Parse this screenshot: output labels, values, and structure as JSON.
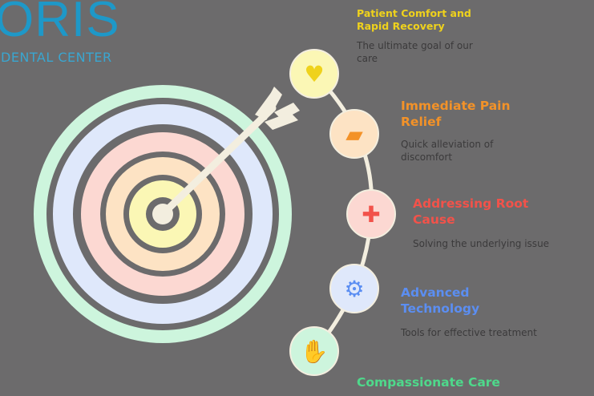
{
  "logo": {
    "name": "ORIS",
    "subtitle": "DENTAL CENTER"
  },
  "steps": [
    {
      "title": "Patient Comfort and Rapid Recovery",
      "desc": "The ultimate goal of our care",
      "icon": "patient-heart-icon",
      "color": "#efd21c",
      "bg": "#fbf7b5"
    },
    {
      "title": "Immediate Pain Relief",
      "desc": "Quick alleviation of discomfort",
      "icon": "bandage-icon",
      "color": "#f39228",
      "bg": "#fde3c4"
    },
    {
      "title": "Addressing Root Cause",
      "desc": "Solving the underlying issue",
      "icon": "medical-search-icon",
      "color": "#f2524a",
      "bg": "#fcd8d2"
    },
    {
      "title": "Advanced Technology",
      "desc": "Tools for effective treatment",
      "icon": "gear-icon",
      "color": "#5b8ef2",
      "bg": "#dfe8fb"
    },
    {
      "title": "Compassionate Care",
      "icon": "handshake-icon",
      "color": "#4ed98b",
      "bg": "#cdf5dd"
    }
  ]
}
